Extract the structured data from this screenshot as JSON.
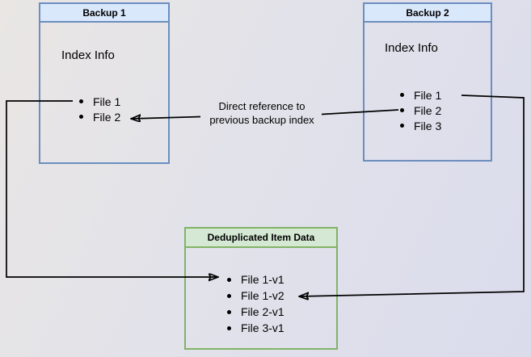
{
  "backup1": {
    "title": "Backup 1",
    "label": "Index Info",
    "files": [
      "File 1",
      "File 2"
    ]
  },
  "backup2": {
    "title": "Backup 2",
    "label": "Index Info",
    "files": [
      "File 1",
      "File 2",
      "File 3"
    ]
  },
  "dedup": {
    "title": "Deduplicated Item Data",
    "files": [
      "File 1-v1",
      "File 1-v2",
      "File 2-v1",
      "File 3-v1"
    ]
  },
  "annotation": {
    "line1": "Direct reference to",
    "line2": "previous backup index"
  },
  "colors": {
    "blue_fill": "#dae8fc",
    "blue_border": "#6c8ebf",
    "green_fill": "#d5e8d4",
    "green_border": "#82b366",
    "line": "#000000"
  }
}
